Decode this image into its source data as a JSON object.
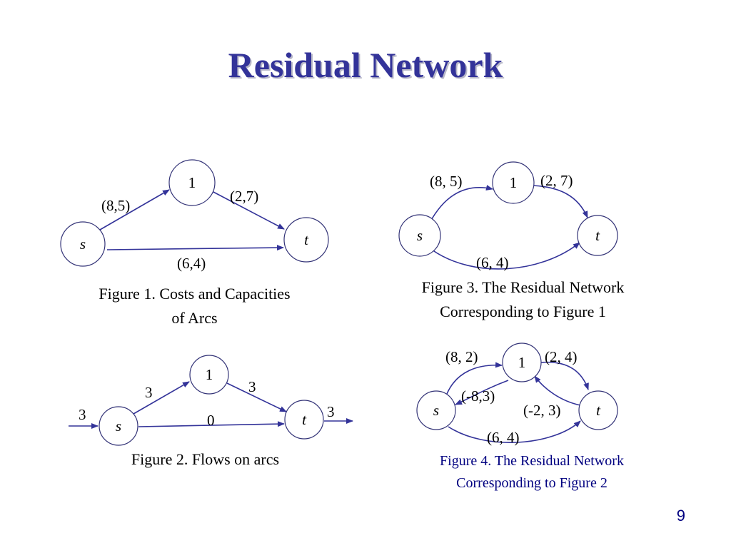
{
  "slide": {
    "title": "Residual Network",
    "page_number": "9"
  },
  "figures": {
    "fig1": {
      "caption_line1": "Figure 1.   Costs and Capacities",
      "caption_line2": "of Arcs",
      "nodes": {
        "one": "1",
        "s": "s",
        "t": "t"
      },
      "edge_labels": {
        "s_1": "(8,5)",
        "one_t": "(2,7)",
        "s_t": "(6,4)"
      }
    },
    "fig2": {
      "caption": "Figure 2. Flows on arcs",
      "nodes": {
        "one": "1",
        "s": "s",
        "t": "t"
      },
      "edge_labels": {
        "in_s": "3",
        "s_1": "3",
        "one_t": "3",
        "s_t": "0",
        "t_out": "3"
      }
    },
    "fig3": {
      "caption_line1": "Figure 3. The Residual Network",
      "caption_line2": "Corresponding to Figure 1",
      "nodes": {
        "one": "1",
        "s": "s",
        "t": "t"
      },
      "edge_labels": {
        "s_1": "(8, 5)",
        "one_t": "(2, 7)",
        "s_t": "(6, 4)"
      }
    },
    "fig4": {
      "caption_line1": "Figure 4. The Residual Network",
      "caption_line2": "Corresponding to Figure 2",
      "nodes": {
        "one": "1",
        "s": "s",
        "t": "t"
      },
      "edge_labels": {
        "s_1": "(8, 2)",
        "one_t": "(2, 4)",
        "one_s": "(-8,3)",
        "t_1": "(-2, 3)",
        "s_t": "(6, 4)"
      }
    }
  },
  "colors": {
    "title": "#333399",
    "edge": "#333399",
    "caption_small": "#000080"
  }
}
